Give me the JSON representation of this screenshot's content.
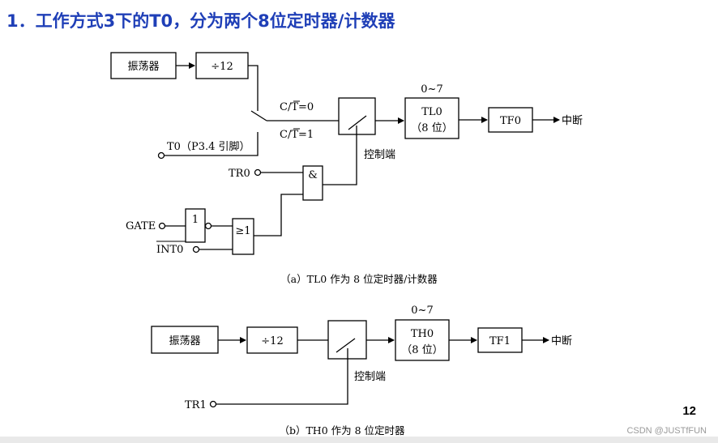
{
  "title": "1．工作方式3下的T0，分为两个8位定时器/计数器",
  "diagram_a": {
    "oscillator": "振荡器",
    "divider": "÷12",
    "switch_top": "C/T=0",
    "switch_bottom": "C/T=1",
    "range": "0~7",
    "counter_line1": "TL0",
    "counter_line2": "（8 位）",
    "flag": "TF0",
    "interrupt": "中断",
    "t0_input": "T0（P3.4 引脚）",
    "control": "控制端",
    "tr": "TR0",
    "and_gate": "&",
    "gate": "GATE",
    "not_gate": "1",
    "int": "INT0",
    "or_gate": "≥1",
    "caption": "（a）TL0 作为 8 位定时器/计数器"
  },
  "diagram_b": {
    "oscillator": "振荡器",
    "divider": "÷12",
    "range": "0~7",
    "counter_line1": "TH0",
    "counter_line2": "（8 位）",
    "flag": "TF1",
    "interrupt": "中断",
    "control": "控制端",
    "tr": "TR1",
    "caption": "（b）TH0 作为 8 位定时器"
  },
  "page_number": "12",
  "watermark": "CSDN @JUSTfFUN"
}
